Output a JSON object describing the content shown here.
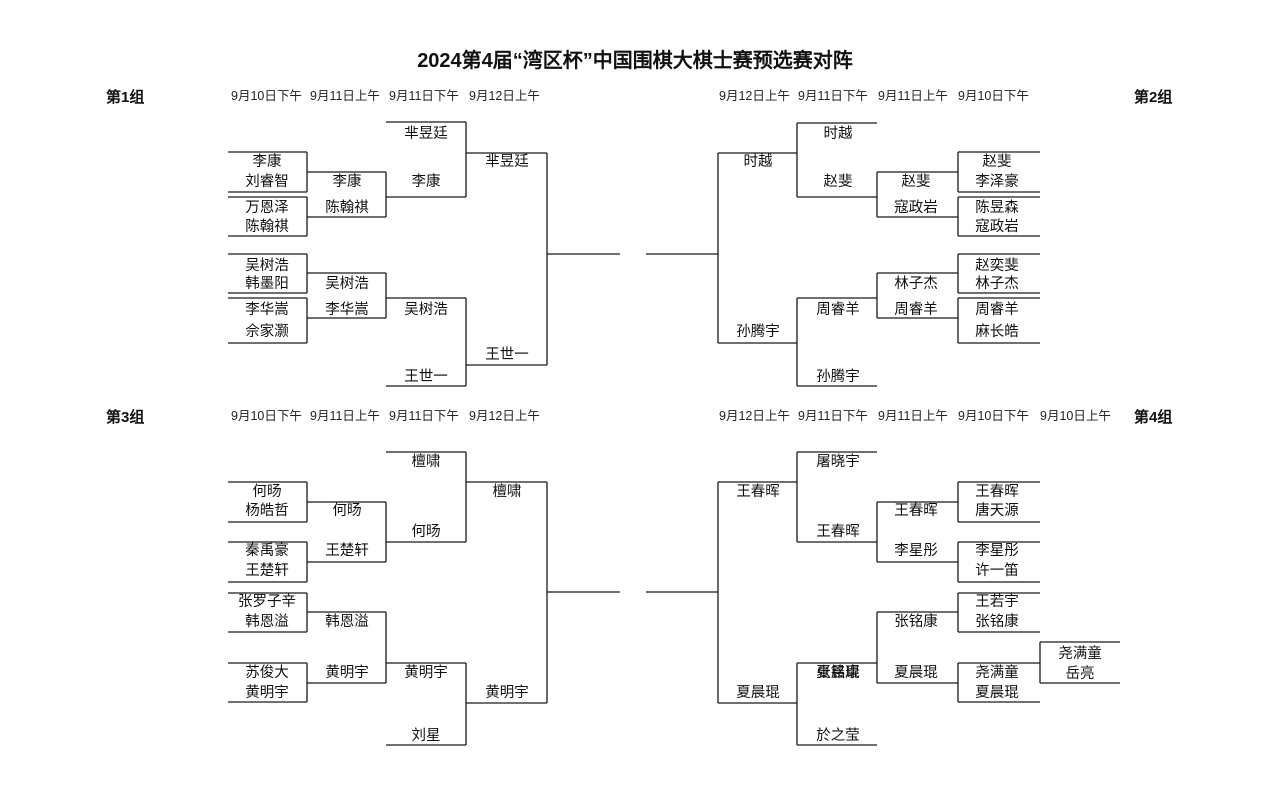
{
  "title": "2024第4届“湾区杯”中国围棋大棋士赛预选赛对阵",
  "groups": [
    {
      "label": "第1组",
      "headers": [
        "9月10日下午",
        "9月11日上午",
        "9月11日下午",
        "9月12日上午"
      ]
    },
    {
      "label": "第2组",
      "headers": [
        "9月12日上午",
        "9月11日下午",
        "9月11日上午",
        "9月10日下午"
      ]
    },
    {
      "label": "第3组",
      "headers": [
        "9月10日下午",
        "9月11日上午",
        "9月11日下午",
        "9月12日上午"
      ]
    },
    {
      "label": "第4组",
      "headers": [
        "9月12日上午",
        "9月11日下午",
        "9月11日上午",
        "9月10日下午",
        "9月10日上午"
      ]
    }
  ],
  "names": [
    "芈昱廷",
    "李康",
    "刘睿智",
    "李康",
    "李康",
    "芈昱廷",
    "万恩泽",
    "陈翰祺",
    "陈翰祺",
    "吴树浩",
    "韩墨阳",
    "吴树浩",
    "李华嵩",
    "佘家灏",
    "李华嵩",
    "吴树浩",
    "王世一",
    "王世一",
    "时越",
    "时越",
    "赵斐",
    "赵斐",
    "赵斐",
    "李泽豪",
    "陈昱森",
    "寇政岩",
    "寇政岩",
    "赵奕斐",
    "林子杰",
    "林子杰",
    "周睿羊",
    "麻长皓",
    "周睿羊",
    "周睿羊",
    "孙腾宇",
    "孙腾宇",
    "檀啸",
    "檀啸",
    "何旸",
    "杨皓哲",
    "何旸",
    "何旸",
    "秦禹豪",
    "王楚轩",
    "王楚轩",
    "张罗子辛",
    "韩恩溢",
    "韩恩溢",
    "苏俊大",
    "黄明宇",
    "黄明宇",
    "黄明宇",
    "黄明宇",
    "刘星",
    "屠晓宇",
    "王春晖",
    "王春晖",
    "王春晖",
    "王春晖",
    "唐天源",
    "李星彤",
    "李星彤",
    "许一笛",
    "王若宇",
    "张铭康",
    "张铭康",
    "张铭康",
    "夏晨琨",
    "夏晨琨",
    "尧满童",
    "夏晨琨",
    "夏晨琨",
    "尧满童",
    "岳亮",
    "於之莹"
  ]
}
